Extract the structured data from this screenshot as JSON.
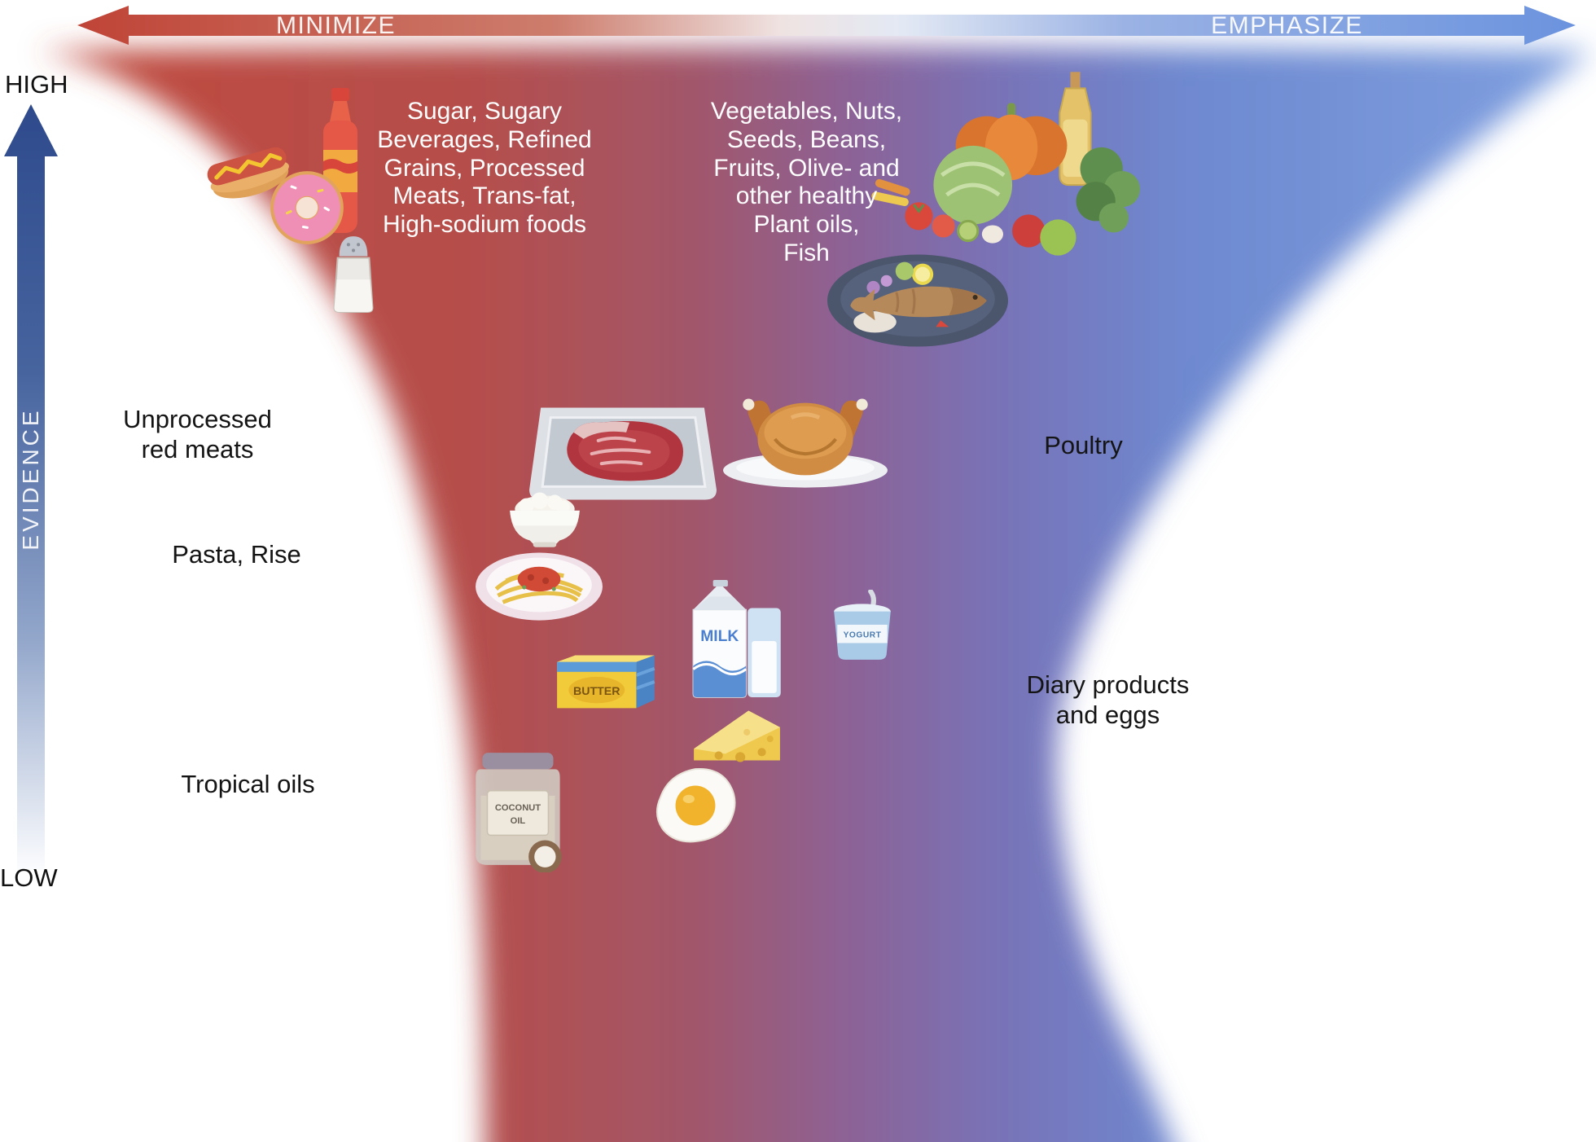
{
  "top_arrow": {
    "minimize": "MINIMIZE",
    "emphasize": "EMPHASIZE"
  },
  "evidence_axis": {
    "high": "HIGH",
    "label": "EVIDENCE",
    "low": "LOW"
  },
  "food_groups": {
    "minimize_high": "Sugar, Sugary\nBeverages, Refined\nGrains, Processed\nMeats, Trans-fat,\nHigh-sodium foods",
    "emphasize_high": "Vegetables, Nuts,\nSeeds, Beans,\nFruits, Olive- and\nother healthy\nPlant oils,\nFish",
    "minimize_mid": "Unprocessed\nred meats",
    "emphasize_mid": "Poultry",
    "minimize_midlow": "Pasta, Rise",
    "emphasize_midlow": "Diary products\nand eggs",
    "minimize_low": "Tropical oils"
  },
  "icon_labels": {
    "butter": "BUTTER",
    "milk": "MILK",
    "yogurt": "YOGURT",
    "coconut_line1": "COCONUT",
    "coconut_line2": "OIL"
  },
  "colors": {
    "minimize_red": "#c04a3e",
    "emphasize_blue": "#6b93de",
    "evidence_arrow": "#2e4a8c"
  }
}
